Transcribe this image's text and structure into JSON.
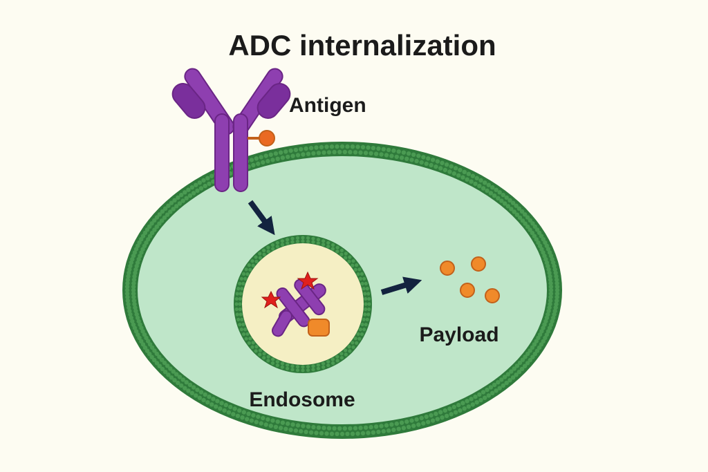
{
  "title": "ADC internalization",
  "labels": {
    "antigen": "Antigen",
    "endosome": "Endosome",
    "payload": "Payload"
  },
  "colors": {
    "background": "#fdfcf2",
    "membrane": "#2f7a3b",
    "membrane_bead": "#4a9a52",
    "cytoplasm": "#bfe6c9",
    "endosome_lumen": "#f5efc4",
    "antibody": "#8e3fb0",
    "antibody_dark": "#6a2585",
    "antigen": "#ea6a22",
    "payload": "#f08a2a",
    "drug_star": "#e0201c",
    "arrow": "#13233f",
    "text": "#1b1b1b"
  }
}
